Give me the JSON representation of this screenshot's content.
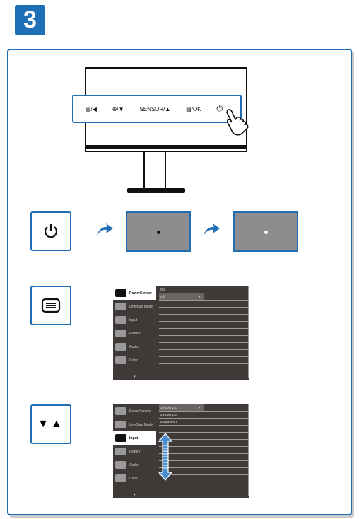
{
  "step": "3",
  "buttons": {
    "b1": "▤/◀",
    "b2": "⊕/▼",
    "b3": "SENSOR/▲",
    "b4": "▤/OK",
    "b5": "⏻"
  },
  "menu1": {
    "items": [
      "PowerSensor",
      "LowBlue Mode",
      "Input",
      "Picture",
      "Audio",
      "Color"
    ],
    "options": [
      "On",
      "Off"
    ],
    "more": "▾"
  },
  "menu2": {
    "items": [
      "PowerSensor",
      "LowBlue Mode",
      "Input",
      "Picture",
      "Audio",
      "Color"
    ],
    "options": [
      "1 HDMI 1.4",
      "2 HDMI 1.4",
      "DisplayPort"
    ],
    "more": "▾"
  },
  "arrow_keys": "▼▲"
}
